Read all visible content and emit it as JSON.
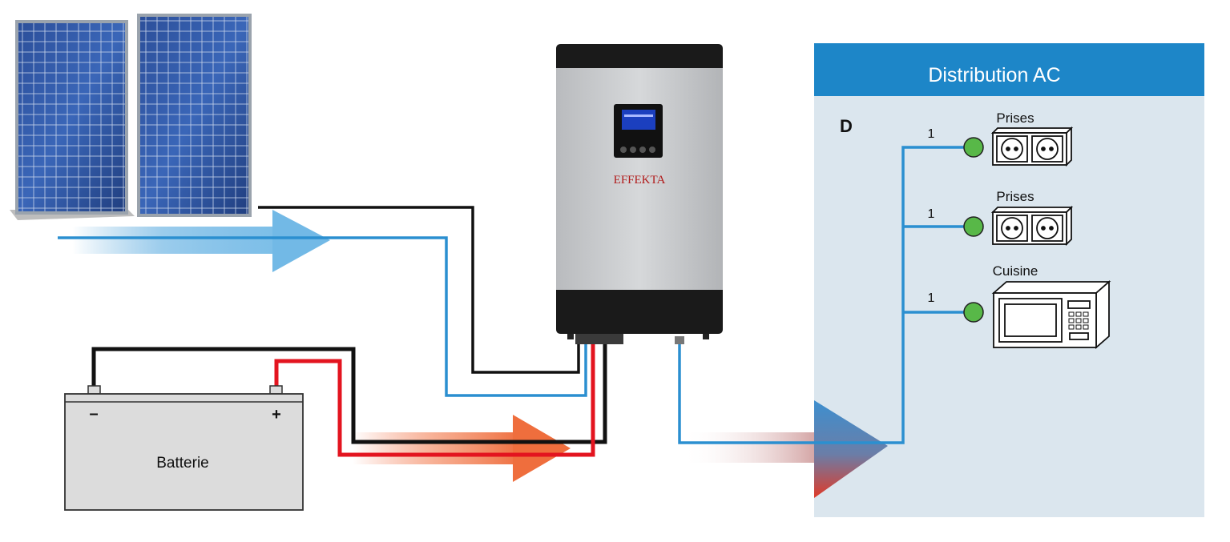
{
  "inverter": {
    "brand": "EFFEKTA",
    "body_color": "#c4c6c8",
    "cap_color": "#1a1a1a"
  },
  "solar_panels": {
    "count": 2,
    "cell_color": "#2b4f97"
  },
  "battery": {
    "label": "Batterie",
    "negative_symbol": "–",
    "positive_symbol": "+",
    "body_color": "#dcdcdc"
  },
  "distribution": {
    "title": "Distribution AC",
    "header_color": "#1d86c8",
    "panel_color": "#dbe6ee",
    "letter": "D",
    "circuits": [
      {
        "number": "1",
        "label": "Prises",
        "device": "socket-outlet"
      },
      {
        "number": "1",
        "label": "Prises",
        "device": "socket-outlet"
      },
      {
        "number": "1",
        "label": "Cuisine",
        "device": "microwave"
      }
    ]
  },
  "wires": {
    "dc_positive": "#e3141f",
    "dc_negative": "#111111",
    "line": "#2b8fd0"
  },
  "breaker_color": "#58b848"
}
